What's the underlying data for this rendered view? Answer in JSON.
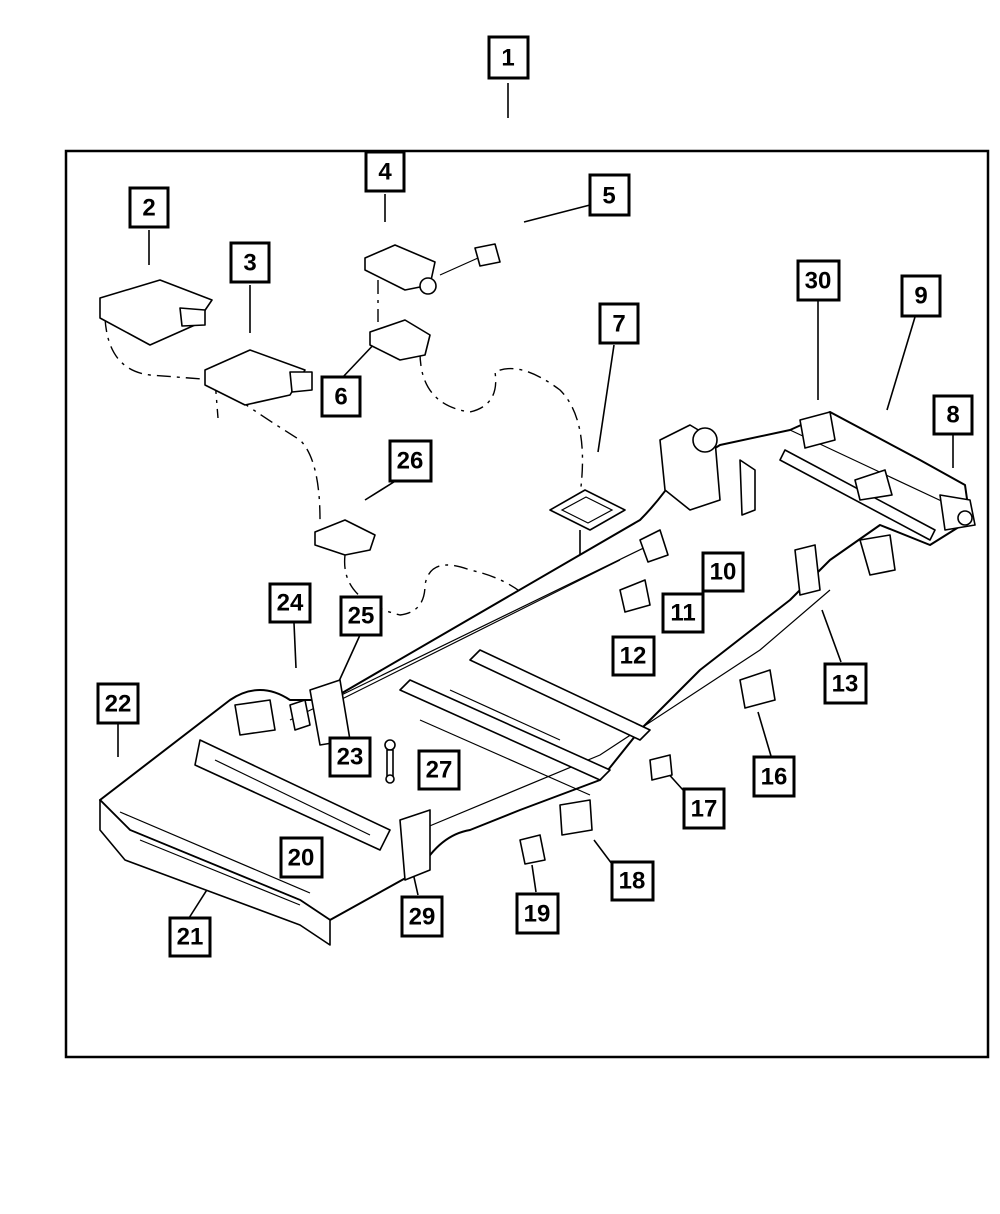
{
  "diagram": {
    "callouts": [
      {
        "id": "1",
        "label": "1"
      },
      {
        "id": "2",
        "label": "2"
      },
      {
        "id": "3",
        "label": "3"
      },
      {
        "id": "4",
        "label": "4"
      },
      {
        "id": "5",
        "label": "5"
      },
      {
        "id": "6",
        "label": "6"
      },
      {
        "id": "7",
        "label": "7"
      },
      {
        "id": "8",
        "label": "8"
      },
      {
        "id": "9",
        "label": "9"
      },
      {
        "id": "10",
        "label": "10"
      },
      {
        "id": "11",
        "label": "11"
      },
      {
        "id": "12",
        "label": "12"
      },
      {
        "id": "13",
        "label": "13"
      },
      {
        "id": "16",
        "label": "16"
      },
      {
        "id": "17",
        "label": "17"
      },
      {
        "id": "18",
        "label": "18"
      },
      {
        "id": "19",
        "label": "19"
      },
      {
        "id": "20",
        "label": "20"
      },
      {
        "id": "21",
        "label": "21"
      },
      {
        "id": "22",
        "label": "22"
      },
      {
        "id": "23",
        "label": "23"
      },
      {
        "id": "24",
        "label": "24"
      },
      {
        "id": "25",
        "label": "25"
      },
      {
        "id": "26",
        "label": "26"
      },
      {
        "id": "27",
        "label": "27"
      },
      {
        "id": "29",
        "label": "29"
      },
      {
        "id": "30",
        "label": "30"
      }
    ]
  }
}
